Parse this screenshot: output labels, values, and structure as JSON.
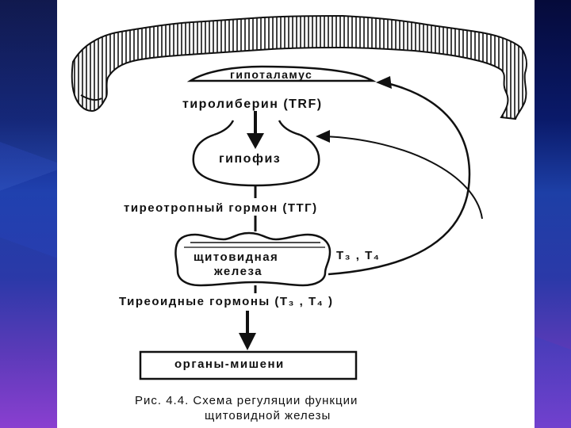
{
  "labels": {
    "hypothalamus": "гипоталамус",
    "trf": "тиролиберин (TRF)",
    "pituitary": "гипофиз",
    "ttg": "тиреотропный гормон (ТТГ)",
    "thyroid_line1": "щитовидная",
    "thyroid_line2": "железа",
    "t3t4_side": "T₃ , T₄",
    "thyroid_hormones": "Тиреоидные гормоны (T₃ , T₄ )",
    "target_organs": "органы-мишени"
  },
  "caption": {
    "line1": "Рис. 4.4. Схема регуляции функции",
    "line2": "щитовидной железы"
  }
}
